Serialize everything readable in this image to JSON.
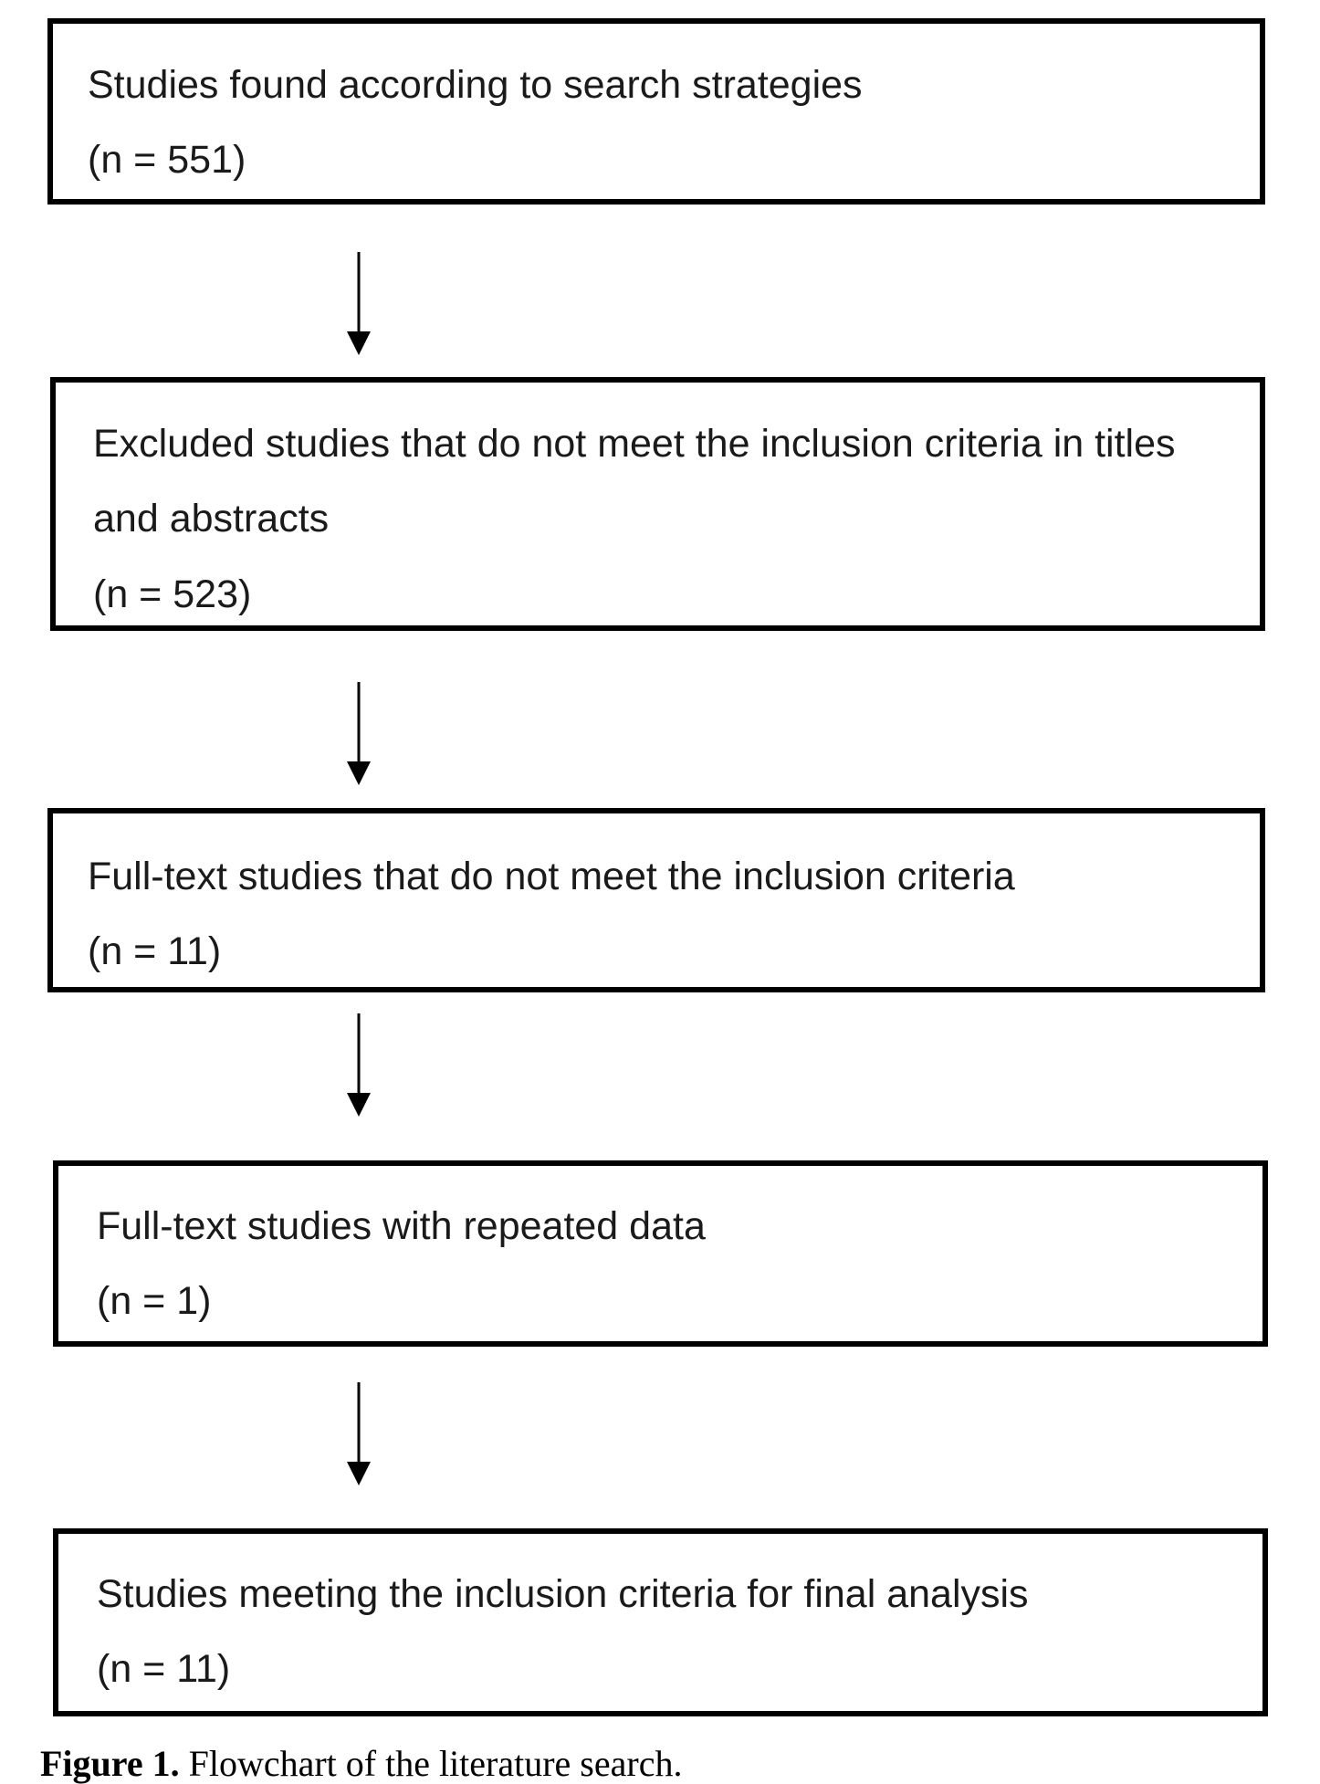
{
  "flowchart": {
    "boxes": [
      {
        "lines": [
          "Studies found according to search strategies",
          "(n = 551)"
        ]
      },
      {
        "lines": [
          "Excluded studies that do not meet the inclusion criteria in titles",
          "and abstracts",
          "(n = 523)"
        ]
      },
      {
        "lines": [
          "Full-text studies that do not meet the inclusion criteria",
          "(n = 11)"
        ]
      },
      {
        "lines": [
          "Full-text studies with repeated data",
          "(n = 1)"
        ]
      },
      {
        "lines": [
          "Studies meeting the inclusion criteria for final analysis",
          "(n = 11)"
        ]
      }
    ]
  },
  "caption": {
    "label": "Figure 1.",
    "text": "Flowchart of the literature search."
  }
}
